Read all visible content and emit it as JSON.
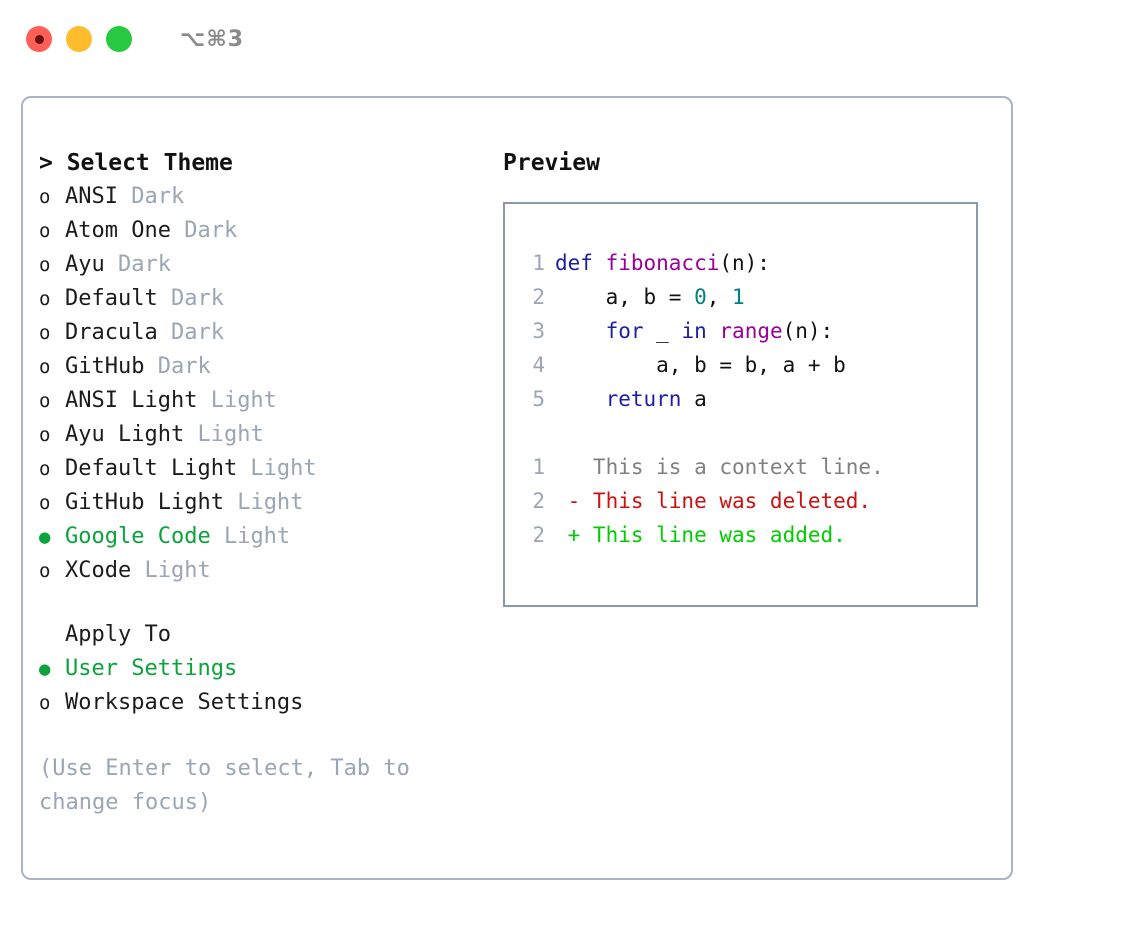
{
  "titlebar": {
    "shortcut": "⌥⌘3",
    "buttons": [
      "close",
      "minimize",
      "maximize"
    ]
  },
  "theme_picker": {
    "header": "> Select Theme",
    "items": [
      {
        "marker": "o",
        "name": "ANSI",
        "kind": "Dark",
        "selected": false
      },
      {
        "marker": "o",
        "name": "Atom One",
        "kind": "Dark",
        "selected": false
      },
      {
        "marker": "o",
        "name": "Ayu",
        "kind": "Dark",
        "selected": false
      },
      {
        "marker": "o",
        "name": "Default",
        "kind": "Dark",
        "selected": false
      },
      {
        "marker": "o",
        "name": "Dracula",
        "kind": "Dark",
        "selected": false
      },
      {
        "marker": "o",
        "name": "GitHub",
        "kind": "Dark",
        "selected": false
      },
      {
        "marker": "o",
        "name": "ANSI Light",
        "kind": "Light",
        "selected": false
      },
      {
        "marker": "o",
        "name": "Ayu Light",
        "kind": "Light",
        "selected": false
      },
      {
        "marker": "o",
        "name": "Default Light",
        "kind": "Light",
        "selected": false
      },
      {
        "marker": "o",
        "name": "GitHub Light",
        "kind": "Light",
        "selected": false
      },
      {
        "marker": "●",
        "name": "Google Code",
        "kind": "Light",
        "selected": true
      },
      {
        "marker": "o",
        "name": "XCode",
        "kind": "Light",
        "selected": false
      }
    ]
  },
  "apply_to": {
    "header": "Apply To",
    "items": [
      {
        "marker": "●",
        "name": "User Settings",
        "selected": true
      },
      {
        "marker": "o",
        "name": "Workspace Settings",
        "selected": false
      }
    ]
  },
  "hint": "(Use Enter to select, Tab to change focus)",
  "preview": {
    "title": "Preview",
    "code": [
      {
        "no": "1",
        "tokens": [
          {
            "t": "def ",
            "c": "kw"
          },
          {
            "t": "fibonacci",
            "c": "fn"
          },
          {
            "t": "(n):",
            "c": "plain"
          }
        ]
      },
      {
        "no": "2",
        "tokens": [
          {
            "t": "    a, b = ",
            "c": "plain"
          },
          {
            "t": "0",
            "c": "num"
          },
          {
            "t": ", ",
            "c": "plain"
          },
          {
            "t": "1",
            "c": "num"
          }
        ]
      },
      {
        "no": "3",
        "tokens": [
          {
            "t": "    ",
            "c": "plain"
          },
          {
            "t": "for",
            "c": "kw"
          },
          {
            "t": " _ ",
            "c": "plain"
          },
          {
            "t": "in",
            "c": "kw"
          },
          {
            "t": " ",
            "c": "plain"
          },
          {
            "t": "range",
            "c": "fn"
          },
          {
            "t": "(n):",
            "c": "plain"
          }
        ]
      },
      {
        "no": "4",
        "tokens": [
          {
            "t": "        a, b = b, a + b",
            "c": "plain"
          }
        ]
      },
      {
        "no": "5",
        "tokens": [
          {
            "t": "    ",
            "c": "plain"
          },
          {
            "t": "return",
            "c": "kw"
          },
          {
            "t": " a",
            "c": "plain"
          }
        ]
      }
    ],
    "diff": [
      {
        "no": "1",
        "tokens": [
          {
            "t": "   This is a context line.",
            "c": "ctx"
          }
        ]
      },
      {
        "no": "2",
        "tokens": [
          {
            "t": " - This line was deleted.",
            "c": "del"
          }
        ]
      },
      {
        "no": "2",
        "tokens": [
          {
            "t": " + This line was added.",
            "c": "add"
          }
        ]
      }
    ]
  },
  "colors": {
    "selected_green": "#0ba33c",
    "muted_kind": "#9aa5b5",
    "panel_border": "#aab4c4",
    "code_border": "#8b99ad",
    "keyword_blue": "#1d1da6",
    "function_magenta": "#990099",
    "number_teal": "#008080",
    "diff_deleted": "#cc1111",
    "diff_added": "#00cc00",
    "diff_context": "#808080",
    "light_red": "#ff5f57",
    "light_yellow": "#ffbd2e",
    "light_green": "#28c840"
  }
}
